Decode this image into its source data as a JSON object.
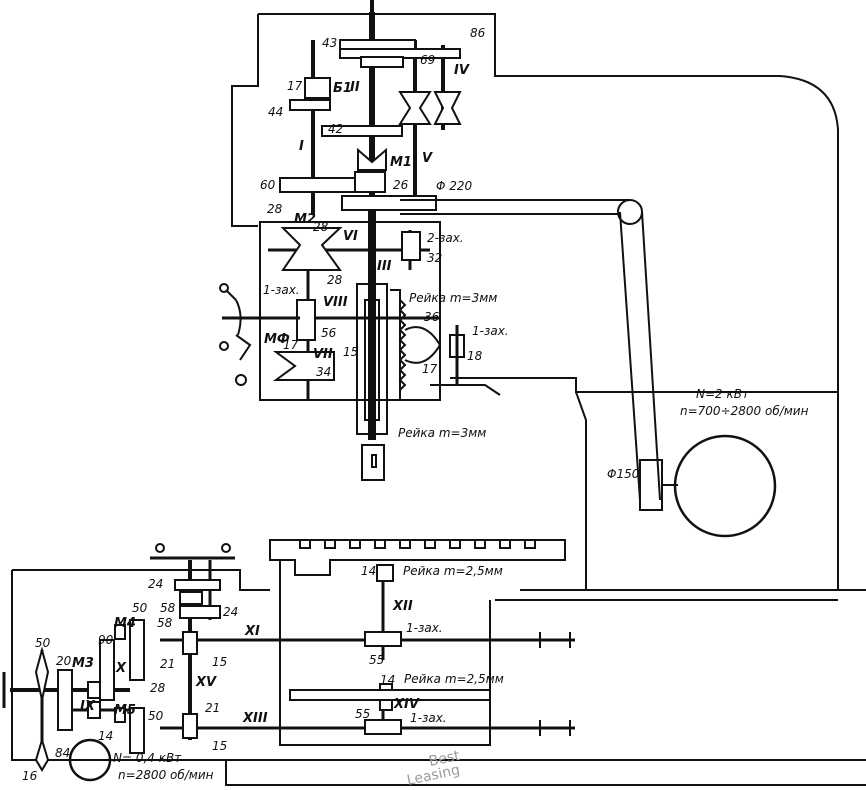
{
  "gears": {
    "g43": "43",
    "g86": "86",
    "g69": "69",
    "g17a": "17",
    "g44": "44",
    "g42": "42",
    "g60": "60",
    "g26": "26",
    "g28a": "28",
    "g28b": "28",
    "g28c": "28",
    "g32": "32",
    "g56": "56",
    "g17b": "17",
    "g34": "34",
    "g15a": "15",
    "g36": "36",
    "g17c": "17",
    "g18": "18",
    "g14a": "14",
    "g55a": "55",
    "g14b": "14",
    "g55b": "55",
    "g24a": "24",
    "g24b": "24",
    "g58a": "58",
    "g58b": "58",
    "g50a": "50",
    "g90": "90",
    "g21a": "21",
    "g15b": "15",
    "g50b": "50",
    "g20": "20",
    "g28d": "28",
    "g14c": "14",
    "g50c": "50",
    "g84": "84",
    "g16": "16",
    "g21b": "21",
    "g15c": "15"
  },
  "labels": {
    "shaftI": "I",
    "shaftII": "II",
    "shaftIII": "III",
    "shaftIV": "IV",
    "shaftV": "V",
    "shaftVI": "VI",
    "shaftVII": "VII",
    "shaftVIII": "VIII",
    "shaftIX": "IX",
    "shaftX": "X",
    "shaftXI": "XI",
    "shaftXII": "XII",
    "shaftXIII": "XIII",
    "shaftXIV": "XIV",
    "shaftXV": "XV",
    "b1": "Б1",
    "m1": "M1",
    "m2": "M2",
    "m3": "M3",
    "m4": "M4",
    "m5": "M5",
    "mf": "MФ",
    "pulley220": "Φ 220",
    "pulley150": "Φ150",
    "worm2": "2-зах.",
    "worm1a": "1-зах.",
    "worm1b": "1-зах.",
    "worm1c": "1-зах.",
    "worm1d": "1-зах.",
    "rack3a": "Рейка m=3мм",
    "rack3b": "Рейка m=3мм",
    "rack25a": "Рейка m=2,5мм",
    "rack25b": "Рейка m=2,5мм",
    "motorMainN": "N=2 кВт",
    "motorMainn": "n=700÷2800 об/мин",
    "motorFeedN": "N= 0,4 кВт",
    "motorFeedn": "n=2800 об/мин"
  },
  "watermark": {
    "line1": "Best",
    "line2": "Leasing"
  }
}
